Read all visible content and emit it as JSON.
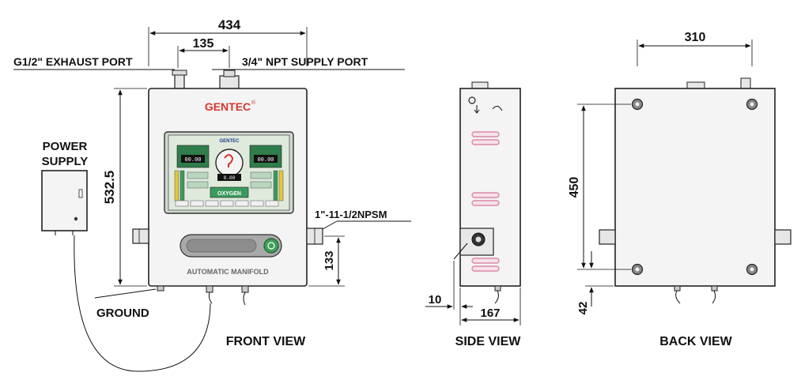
{
  "dimensions": {
    "front_width": "434",
    "port_spacing": "135",
    "front_height": "532.5",
    "front_fitting_height": "133",
    "back_width": "310",
    "back_hole_height": "450",
    "back_bottom_offset": "42",
    "side_offset": "10",
    "side_depth": "167"
  },
  "labels": {
    "exhaust_port": "G1/2\" EXHAUST PORT",
    "supply_port": "3/4\" NPT SUPPLY PORT",
    "power_supply_line1": "POWER",
    "power_supply_line2": "SUPPLY",
    "ground": "GROUND",
    "npsm_fitting": "1\"-11-1/2NPSM",
    "brand": "GENTEC",
    "registered_mark": "®",
    "automatic_manifold": "AUTOMATIC MANIFOLD"
  },
  "screen": {
    "brand": "GENTEC",
    "gas": "OXYGEN",
    "left_reading": "00.00",
    "right_reading": "00.00",
    "center_reading": "0.00"
  },
  "views": {
    "front": "FRONT VIEW",
    "side": "SIDE VIEW",
    "back": "BACK VIEW"
  },
  "colors": {
    "brand_red": "#d9342b",
    "screen_green": "#3a9a5c",
    "screen_bg": "#dfe9dc",
    "side_slot": "#d98aa6",
    "button_green": "#3fa05a"
  }
}
